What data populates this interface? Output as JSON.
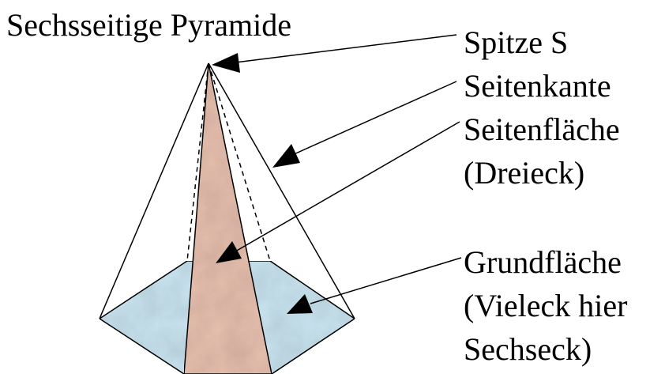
{
  "title": "Sechsseitige Pyramide",
  "labels": {
    "apex": "Spitze S",
    "lateral_edge": "Seitenkante",
    "lateral_face_line1": "Seitenfläche",
    "lateral_face_line2": "(Dreieck)",
    "base_line1": "Grundfläche",
    "base_line2": "(Vieleck hier",
    "base_line3": "Sechseck)"
  },
  "colors": {
    "base_fill": "#c9e4f0",
    "face_fill": "#e7bfae",
    "line": "#000000",
    "background": "#ffffff"
  }
}
